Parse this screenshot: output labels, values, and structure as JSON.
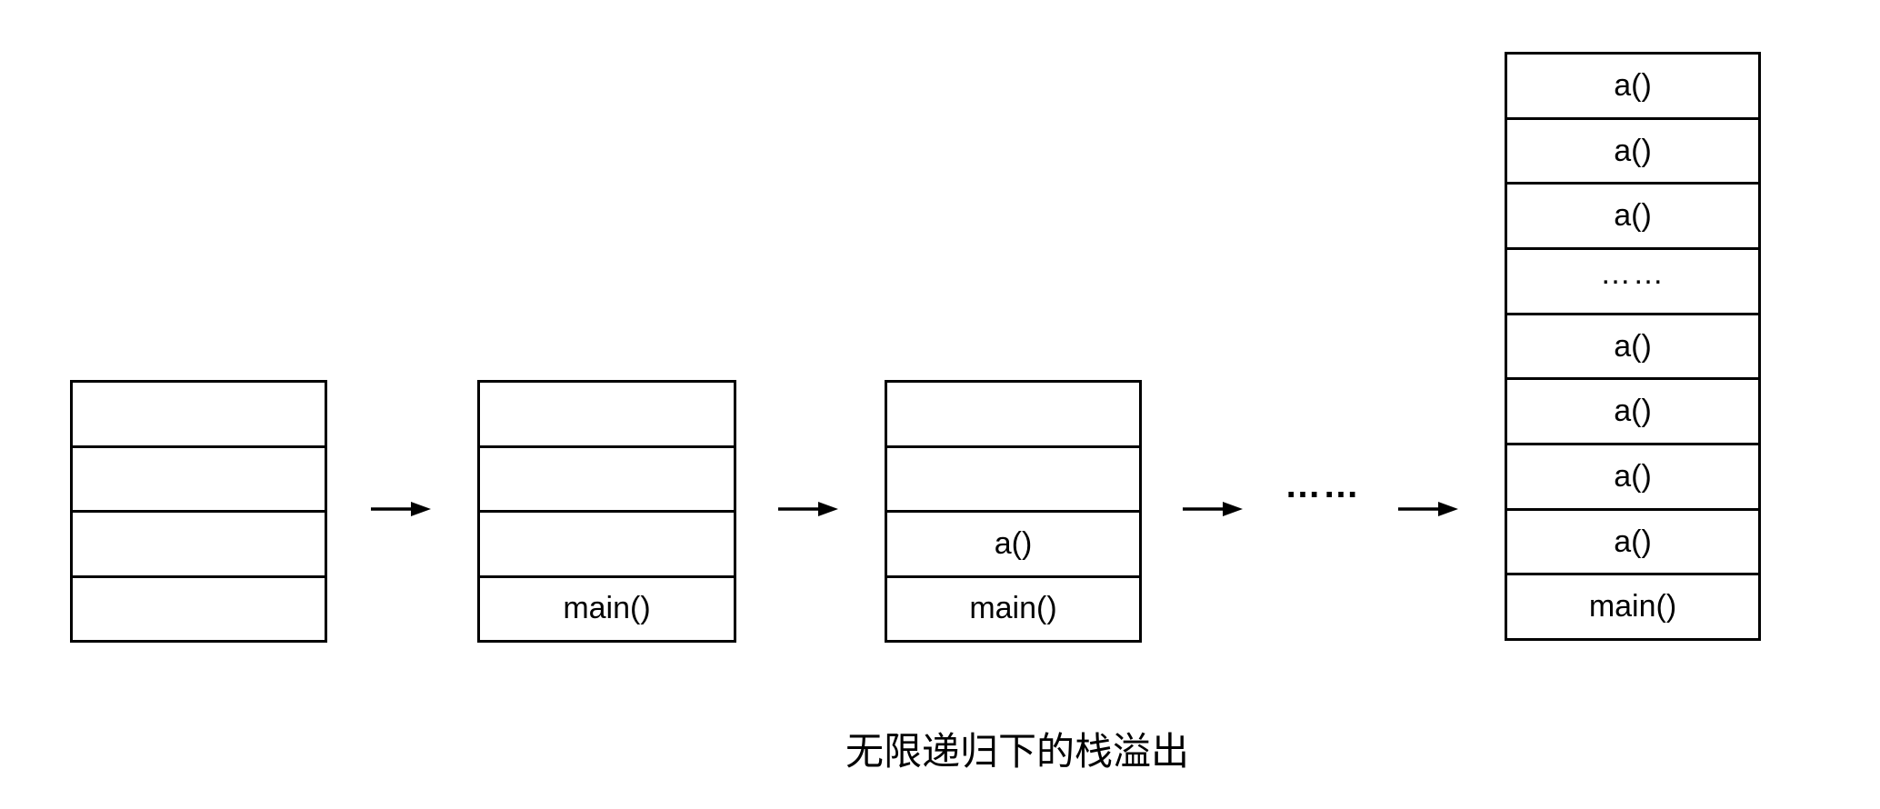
{
  "page": {
    "background_color": "#ffffff",
    "line_color": "#000000",
    "text_color": "#000000"
  },
  "diagram": {
    "caption": "无限递归下的栈溢出",
    "flow_ellipsis": "……",
    "icons": {
      "flow_arrow": "right-arrow"
    },
    "stacks": [
      {
        "cells": [
          "",
          "",
          "",
          ""
        ]
      },
      {
        "cells": [
          "",
          "",
          "",
          "main()"
        ]
      },
      {
        "cells": [
          "",
          "",
          "a()",
          "main()"
        ]
      },
      {
        "cells": [
          "a()",
          "a()",
          "a()",
          "……",
          "a()",
          "a()",
          "a()",
          "a()",
          "main()"
        ]
      }
    ]
  }
}
